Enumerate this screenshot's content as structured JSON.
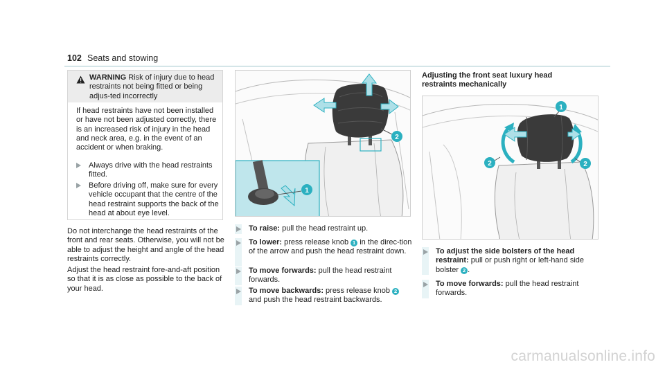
{
  "header": {
    "page_number": "102",
    "section": "Seats and stowing"
  },
  "warning": {
    "label": "WARNING",
    "title_rest": " Risk of injury due to head restraints not being fitted or being adjus-ted incorrectly",
    "body": "If head restraints have not been installed or have not been adjusted correctly, there is an increased risk of injury in the head and neck area, e.g. in the event of an accident or when braking.",
    "items": [
      "Always drive with the head restraints fitted.",
      "Before driving off, make sure for every vehicle occupant that the centre of the head restraint supports the back of the head at about eye level."
    ]
  },
  "left_text": {
    "para1": "Do not interchange the head restraints of the front and rear seats. Otherwise, you will not be able to adjust the height and angle of the head restraints correctly.",
    "para2": "Adjust the head restraint fore-and-aft position so that it is as close as possible to the back of your head."
  },
  "middle": {
    "figure_callouts": [
      "1",
      "2"
    ],
    "steps": [
      {
        "label": "To raise:",
        "text": " pull the head restraint up."
      },
      {
        "label": "To lower:",
        "pre": " press release knob ",
        "knob": "1",
        "post": " in the direc-tion of the arrow and push the head restraint down."
      },
      {
        "label": "To move forwards:",
        "text": " pull the head restraint forwards."
      },
      {
        "label": "To move backwards:",
        "pre": " press release knob ",
        "knob": "2",
        "post": " and push the head restraint backwards."
      }
    ]
  },
  "right": {
    "heading": "Adjusting the front seat luxury head restraints mechanically",
    "figure_callouts": [
      "1",
      "2",
      "2"
    ],
    "steps": [
      {
        "label": "To adjust the side bolsters of the head restraint:",
        "pre": " pull or push right or left-hand side bolster ",
        "knob": "2",
        "post": "."
      },
      {
        "label": "To move forwards:",
        "text": " pull the head restraint forwards."
      }
    ]
  },
  "watermark": "carmanualsonline.info",
  "colors": {
    "accent": "#2bb0c0",
    "highlight": "#bfe6ec",
    "rule": "#9ec5cc"
  }
}
